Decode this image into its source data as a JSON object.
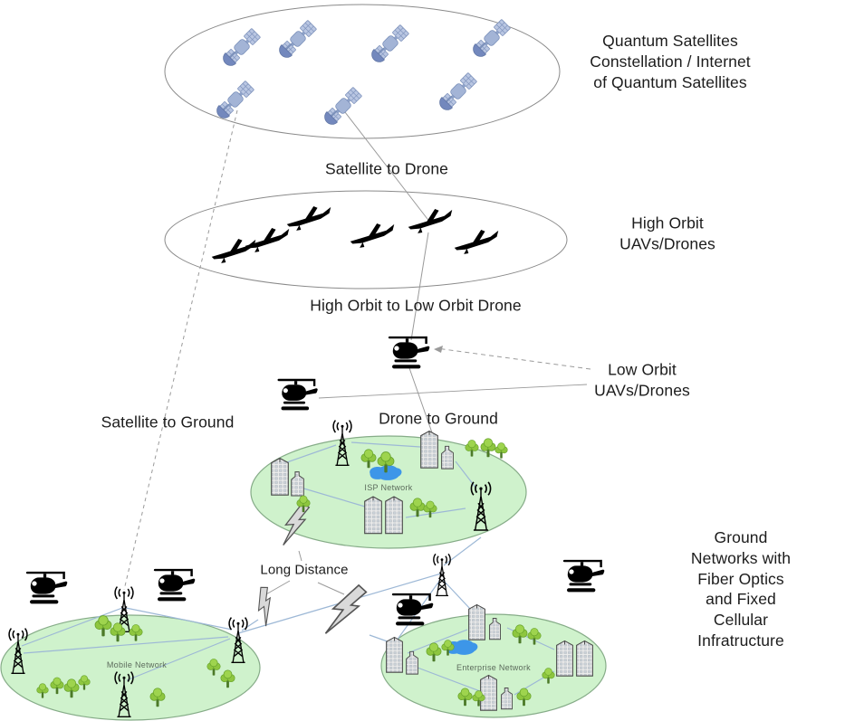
{
  "labels": {
    "quantum_satellites": "Quantum Satellites\nConstellation / Internet\nof Quantum Satellites",
    "satellite_to_drone": "Satellite to Drone",
    "high_orbit_uavs": "High Orbit\nUAVs/Drones",
    "high_to_low_drone": "High Orbit to Low Orbit Drone",
    "low_orbit_uavs": "Low Orbit\nUAVs/Drones",
    "satellite_to_ground": "Satellite to Ground",
    "drone_to_ground": "Drone to Ground",
    "long_distance": "Long Distance",
    "ground_networks": "Ground Networks with\nFiber Optics and Fixed\nCellular Infratructure",
    "isp_network": "ISP Network",
    "mobile_network": "Mobile Network",
    "enterprise_network": "Enterprise Network"
  },
  "colors": {
    "ground_ellipse_fill": "#cff2cc",
    "ground_ellipse_stroke": "#86ac88",
    "orbit_ellipse_stroke": "#8a8a8a",
    "lake_blue": "#3d96e8",
    "satellite_body": "#a3b4d6",
    "satellite_panel": "#b9c6e2",
    "tree_green": "#8ec63f",
    "network_link": "#9db8d6",
    "leader_line": "#9a9a9a",
    "icon_black": "#000000",
    "text": "#1c1c1c"
  }
}
